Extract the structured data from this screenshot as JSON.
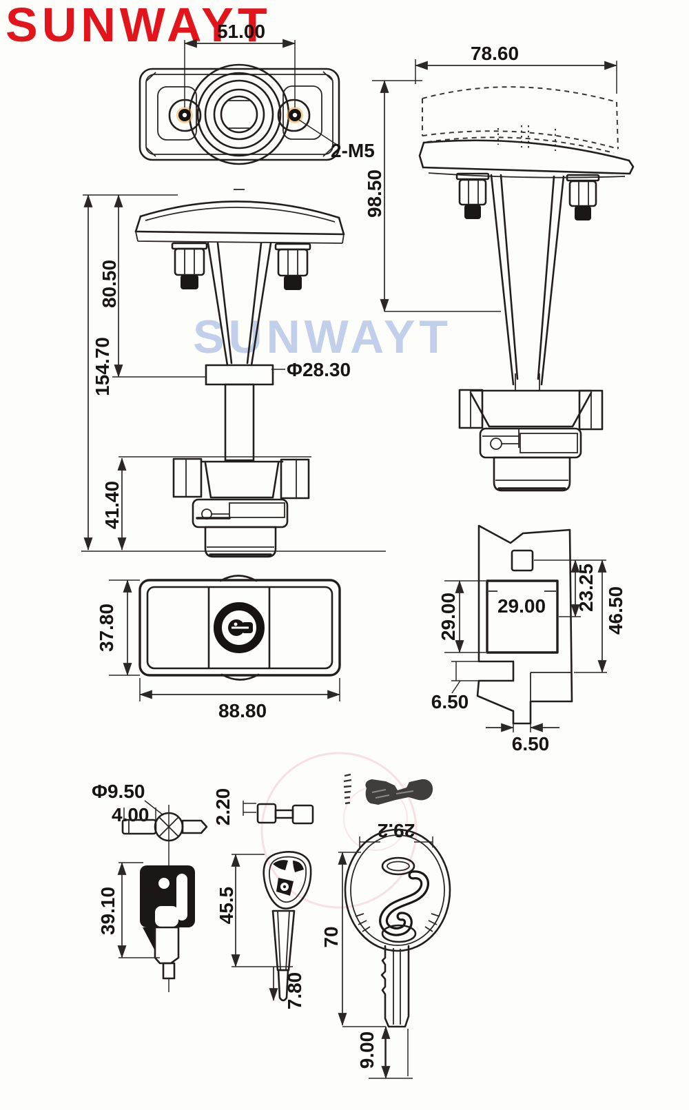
{
  "brand": {
    "logo_text": "SUNWAYT",
    "logo_color": "#e2151c",
    "watermark_text": "SUNWAYT",
    "watermark_color": "#bccbe9"
  },
  "drawing": {
    "ink_color": "#221e1b",
    "paper_color": "#fdfdfa",
    "views": {
      "plan": {
        "hole_spacing": "51.00",
        "thread_callout": "2-M5"
      },
      "handle_profile": {
        "handle_length": "78.60",
        "overall_height": "98.50"
      },
      "front_profile": {
        "upper_height": "80.50",
        "overall_height": "154.70",
        "base_height": "41.40",
        "shaft_diameter": "Φ28.30"
      },
      "face": {
        "height": "37.80",
        "width": "88.80"
      },
      "cutout": {
        "hole_width": "29.00",
        "hole_height": "29.00",
        "center_offset": "23.25",
        "overall_height": "46.50",
        "slot_height": "6.50",
        "slot_width": "6.50"
      },
      "cylinder": {
        "diameter": "Φ9.50",
        "tip_length": "4.00",
        "body_height": "39.10"
      },
      "key_blank": {
        "blade_thickness": "2.20",
        "head_length": "45.5",
        "tip_width": "7.80"
      },
      "key": {
        "head_width": "29.2",
        "length": "70",
        "tip_length": "9.00"
      }
    }
  }
}
